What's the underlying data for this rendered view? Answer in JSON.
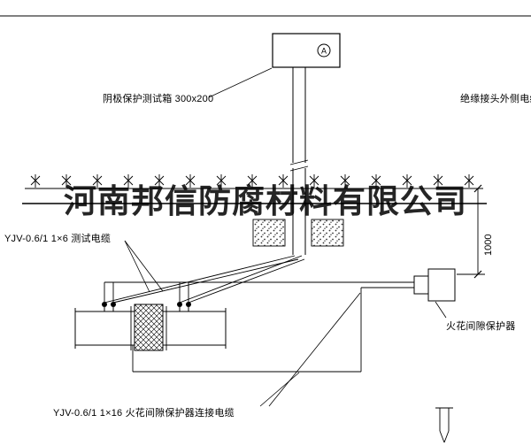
{
  "watermark": {
    "text": "河南邦信防腐材料有限公司"
  },
  "labels": {
    "test_box": "阴极保护测试箱 300x200",
    "outer_cable": "绝缘接头外侧电缆",
    "test_cable": "YJV-0.6/1 1×6  测试电缆",
    "spark_gap_protector": "火花间隙保护器",
    "spark_gap_cable": "YJV-0.6/1 1×16  火花间隙保护器连接电缆"
  },
  "dimension": {
    "burial_depth": "1000"
  },
  "test_box": {
    "meter_symbol": "A"
  },
  "colors": {
    "line": "#000000",
    "background": "#ffffff"
  }
}
